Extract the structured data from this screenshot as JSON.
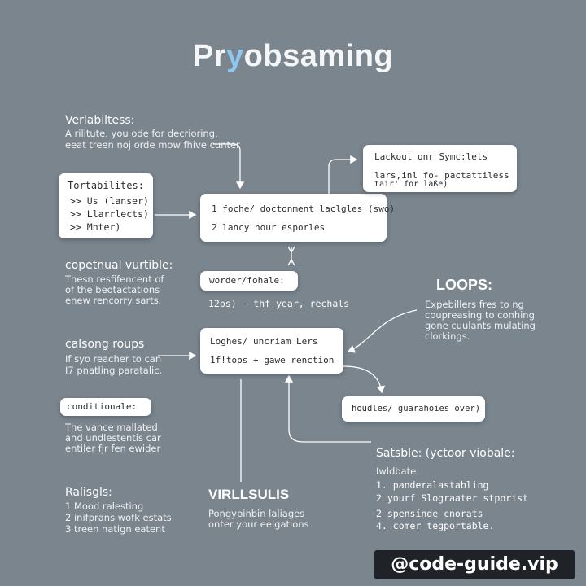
{
  "title": {
    "pre": "Pr",
    "accent": "y",
    "post": "obsaming"
  },
  "variables": {
    "heading": "Verlabiltess:",
    "lines": [
      "A rilitute. you ode for decrioring,",
      "eeat treen noj orde mow fhive cunter"
    ]
  },
  "tortabilites": {
    "title": "Tortabilites:",
    "items": [
      ">> Us (lanser)",
      ">> Llarrlects)",
      ">> Mnter)"
    ]
  },
  "center_box": {
    "lines": [
      "1 foche/ doctonment laclgles (swo)",
      "2 lancy nour esporles"
    ]
  },
  "top_right_box": {
    "title": "Lackout onr Symc:lets",
    "lines": [
      "lars,inl fo- pactattiless",
      "tair' for laße)"
    ]
  },
  "conceptual": {
    "heading": "copetnual vurtible:",
    "lines": [
      "Thesn resfifencent of",
      "of the beotactations",
      "enew rencorry sarts."
    ]
  },
  "worder_box": {
    "label": "worder/fohale:"
  },
  "steps_line": "12ps) – thf year, rechals",
  "loops": {
    "heading": "LOOPS:",
    "lines": [
      "Expebillers fres to ng",
      "coupreasing to conhing",
      "gone cuulants mulating",
      "clorkings."
    ]
  },
  "calsong": {
    "heading": "calsong roups",
    "lines": [
      "If syo reacher to can",
      "I7 pnatling paratalic."
    ]
  },
  "middle_box": {
    "lines": [
      "Loghes/ uncriam Lers",
      "1f!tops + gawe renction"
    ]
  },
  "conditionale": {
    "label": "conditionale:",
    "lines": [
      "The vance mallated",
      "and undlestentis car",
      "entiler fjr fen ewider"
    ]
  },
  "houdles_box": {
    "label": "houdles/ guarahoies over)"
  },
  "satsble": {
    "heading": "Satsble: (yctoor viobale:",
    "sub": "Iwldbate:",
    "items": [
      "1. panderalastabling",
      "2 yourf Slograater stporist",
      "2 spensinde cnorats",
      "4. comer tegportable."
    ]
  },
  "ralisgls": {
    "heading": "Ralisgls:",
    "items": [
      "1 Mood ralesting",
      "2 inifprans wofk estats",
      "3 treen natign eatent"
    ]
  },
  "virllsulis": {
    "heading": "VIRLLSULIS",
    "lines": [
      "Pongypinbin laliages",
      "onter your eelgations"
    ]
  },
  "watermark": "@code-guide.vip",
  "colors": {
    "background": "#7a858e",
    "accent": "#8ec8f0",
    "box": "#ffffff",
    "watermark_bg": "#1f2327"
  }
}
